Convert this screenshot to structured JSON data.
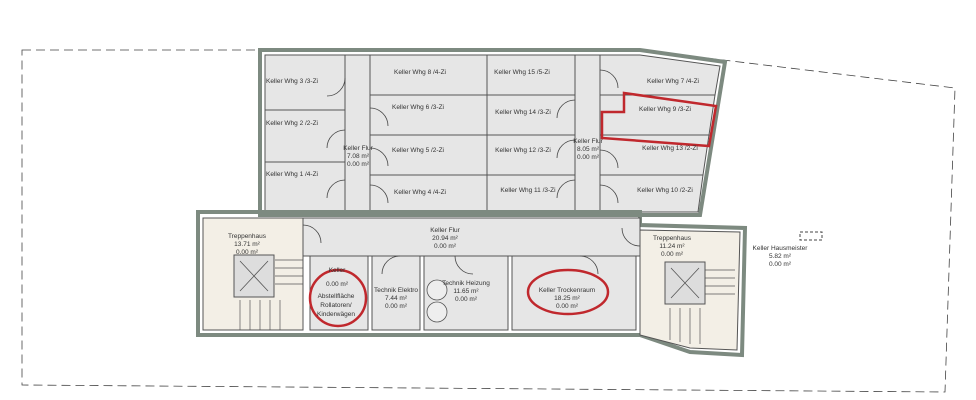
{
  "colors": {
    "highlight": "#c0282d",
    "wall": "#7d8a80",
    "room_fill": "#e6e6e6",
    "stair_fill": "#f3efe6"
  },
  "rooms": {
    "whg3": "Keller Whg 3 /3-Zi",
    "whg2": "Keller Whg 2 /2-Zi",
    "whg1": "Keller Whg 1 /4-Zi",
    "whg8": "Keller Whg 8 /4-Zi",
    "whg6": "Keller Whg 6 /3-Zi",
    "whg5": "Keller Whg 5 /2-Zi",
    "whg4": "Keller Whg 4 /4-Zi",
    "whg15": "Keller Whg 15 /5-Zi",
    "whg14": "Keller Whg 14 /3-Zi",
    "whg12": "Keller Whg 12 /3-Zi",
    "whg11": "Keller Whg 11 /3-Zi",
    "whg7": "Keller Whg 7 /4-Zi",
    "whg9": "Keller Whg 9 /3-Zi",
    "whg13": "Keller Whg 13 /2-Zi",
    "whg10": "Keller Whg 10 /2-Zi",
    "flur1": {
      "name": "Keller Flur",
      "area": "7.08 m²",
      "value": "0.00 m²"
    },
    "flur2": {
      "name": "Keller Flur",
      "area": "8.05 m²",
      "value": "0.00 m²"
    },
    "flur3": {
      "name": "Keller Flur",
      "area": "20.94 m²",
      "value": "0.00 m²"
    },
    "treppe1": {
      "name": "Treppenhaus",
      "area": "13.71 m²",
      "value": "0.00 m²"
    },
    "treppe2": {
      "name": "Treppenhaus",
      "area": "11.24 m²",
      "value": "0.00 m²"
    },
    "keller": {
      "name": "Keller",
      "value": "0.00 m²"
    },
    "abstell": {
      "line1": "Abstellfläche",
      "line2": "Rollatoren/",
      "line3": "Kinderwägen"
    },
    "elektro": {
      "name": "Technik Elektro",
      "area": "7.44 m²",
      "value": "0.00 m²"
    },
    "heizung": {
      "name": "Technik Heizung",
      "area": "11.65 m²",
      "value": "0.00 m²"
    },
    "trocken": {
      "name": "Keller Trockenraum",
      "area": "18.25 m²",
      "value": "0.00 m²"
    },
    "hausmeister": {
      "name": "Keller Hausmeister",
      "area": "5.82 m²",
      "value": "0.00 m²"
    }
  }
}
